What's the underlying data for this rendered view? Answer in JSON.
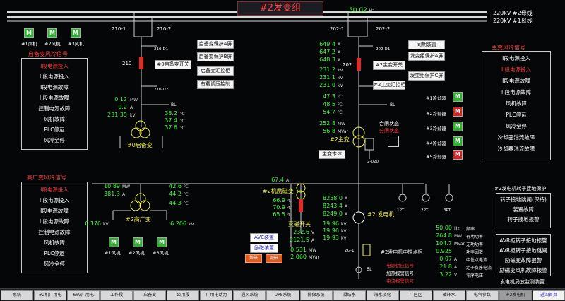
{
  "title": "#2发变组",
  "bus": {
    "freq": "50.02",
    "freq_unit": "Hz",
    "bus2": "220kV #2母线",
    "bus1": "220kV #1母线"
  },
  "aux_fans": {
    "labels": [
      "#1风机",
      "#2风机",
      "#3风机"
    ],
    "badge": "M"
  },
  "left_panel": {
    "title": "启备变风冷信号",
    "rows": [
      "I段电源投入",
      "II段电源投入",
      "I段电源故障",
      "II段电源故障",
      "控制电源故障",
      "风机故障",
      "PLC停运",
      "风冷全停"
    ],
    "highlight": 0
  },
  "startup_xfmr": {
    "sw1": "210-1",
    "sw2": "210-2",
    "sw_d1": "210-D1",
    "sw_d2": "210-D2",
    "breaker": "210",
    "buttons": [
      "启备变保护A屏",
      "启备变保护B屏",
      "#0启备变开关",
      "启备变汇控柜",
      "有载调压控制"
    ],
    "mw": "0.12",
    "mw_unit": "MW",
    "amp": "0.2",
    "amp_unit": "A",
    "kv": "231.35",
    "kv_unit": "kV",
    "temps": [
      "38.2",
      "37.4",
      "37.6"
    ],
    "temp_unit": "℃",
    "bl": "BL",
    "name": "#0启备变"
  },
  "main_xfmr": {
    "sw1": "202-1",
    "sw2": "202-2",
    "sw_d1": "202-D1",
    "sw_d2": "202-D2",
    "breaker": "202",
    "currents": [
      "649.4",
      "647.2",
      "648.3"
    ],
    "cur_unit": "A",
    "voltages": [
      "231.2",
      "231.1",
      "231.0"
    ],
    "volt_unit": "kV",
    "temps": [
      "47.3",
      "48.5",
      "54.7"
    ],
    "temp_unit": "℃",
    "mw": "252.8",
    "mw_unit": "MW",
    "mvar": "56.8",
    "mvar_unit": "MVar",
    "buttons_right": [
      "同期装置",
      "发变组保护A屏",
      "#2主变开关",
      "发变组保护C屏",
      "#2主变汇控柜"
    ],
    "name": "#2主变",
    "body": "主变本体",
    "sw_020": "2-020",
    "state_title": "合闸状态",
    "state_value": "分闸状态",
    "bl": "BL",
    "coolers": [
      "#1冷却器",
      "#2冷却器",
      "#3冷却器",
      "#4冷却器",
      "#5冷却器"
    ],
    "cooler_badges": [
      "M",
      "M",
      "M",
      "M",
      "M"
    ],
    "cooler_colors": [
      "green",
      "red",
      "green",
      "green",
      "red"
    ]
  },
  "right_panel": {
    "title": "主变风冷信号",
    "rows": [
      "I段电源投入",
      "II段电源投入",
      "I段电源故障",
      "II段电源故障",
      "风机故障",
      "PLC停运",
      "风冷全停",
      "冷却器油流故障",
      "冷却器油流故障"
    ],
    "highlight": 1
  },
  "left_panel2": {
    "title": "高厂变风冷信号",
    "rows": [
      "I段电源投入",
      "II段电源投入",
      "I段电源故障",
      "II段电源故障",
      "控制电源故障",
      "风机故障",
      "PLC停运",
      "风冷全停"
    ],
    "highlight": 0
  },
  "aux_xfmr": {
    "mw": "10.89",
    "mw_unit": "MW",
    "amp": "381.3",
    "amp_unit": "A",
    "temps": [
      "42.6",
      "44.2",
      "44.3"
    ],
    "temp_unit": "℃",
    "name": "#2高厂变",
    "kv_left": "6.176",
    "kv_right": "6.206",
    "kv_unit": "kV",
    "fans": [
      "#1风机",
      "#2风机",
      "#3风机"
    ]
  },
  "excitation": {
    "amp": "67.4",
    "amp_unit": "A",
    "name": "#2机励磁变",
    "temps": [
      "66.9",
      "70.9",
      "65.5"
    ],
    "temp_unit": "℃",
    "switch": "灭磁开关",
    "avc": "AVC装置",
    "exc_dev": "励磁装置",
    "btn_up": "增磁",
    "btn_down": "减磁",
    "field_v": "232.6",
    "field_v_unit": "V",
    "field_a": "2121.5",
    "field_a_unit": "A",
    "mw": "0.531",
    "mw_unit": "MW",
    "mvar": "2.060",
    "mvar_unit": "MVar"
  },
  "generator": {
    "currents": [
      "8258.0",
      "8243.4",
      "8249.0"
    ],
    "cur_unit": "A",
    "voltages": [
      "19.96",
      "19.96",
      "19.93"
    ],
    "volt_unit": "kV",
    "name": "#2 发电机",
    "pt1": "1PT",
    "pt2": "2PT",
    "pt3": "3PT",
    "zg": "ZG-1",
    "neutral": "#2发电机中性点柜",
    "alarms": [
      "电源供应信号",
      "加热报警信号",
      "电流报警信号"
    ],
    "readings": [
      {
        "value": "50.00",
        "unit": "Hz",
        "label": "频率"
      },
      {
        "value": "264.8",
        "unit": "MW",
        "label": "有功功率"
      },
      {
        "value": "104.7",
        "unit": "MVar",
        "label": "无功功率"
      },
      {
        "value": "0.925",
        "unit": "",
        "label": "功率因数"
      },
      {
        "value": "0.07",
        "unit": "A",
        "label": "中性点电流"
      },
      {
        "value": "21.8",
        "unit": "A",
        "label": "定子负序电流"
      },
      {
        "value": "3.22",
        "unit": "V",
        "label": "零序电压"
      }
    ],
    "bl": "BL"
  },
  "rotor_panel": {
    "title": "#2发电机转子接地保护",
    "rows": [
      "转子接地跳闸(保持)",
      "装置故障",
      "转子接地报警"
    ]
  },
  "avr_panel": {
    "rows": [
      "AVR柜转子接地报警",
      "AVR柜转子接地跳闸",
      "励磁变故障报警",
      "励磁变风机故障报警"
    ]
  },
  "monitor_label": "发电机局放监测装置",
  "nav": [
    "系统",
    "#2机厂用电",
    "6kV厂用电",
    "工作段",
    "启备变",
    "公用段",
    "厂用电动力",
    "通风系统",
    "UPS系统",
    "排保系统",
    "凝结水",
    "海水淡化",
    "厂区区",
    "循环水",
    "电气参数",
    "#2发电机",
    "返回首页"
  ],
  "nav_active": 15
}
